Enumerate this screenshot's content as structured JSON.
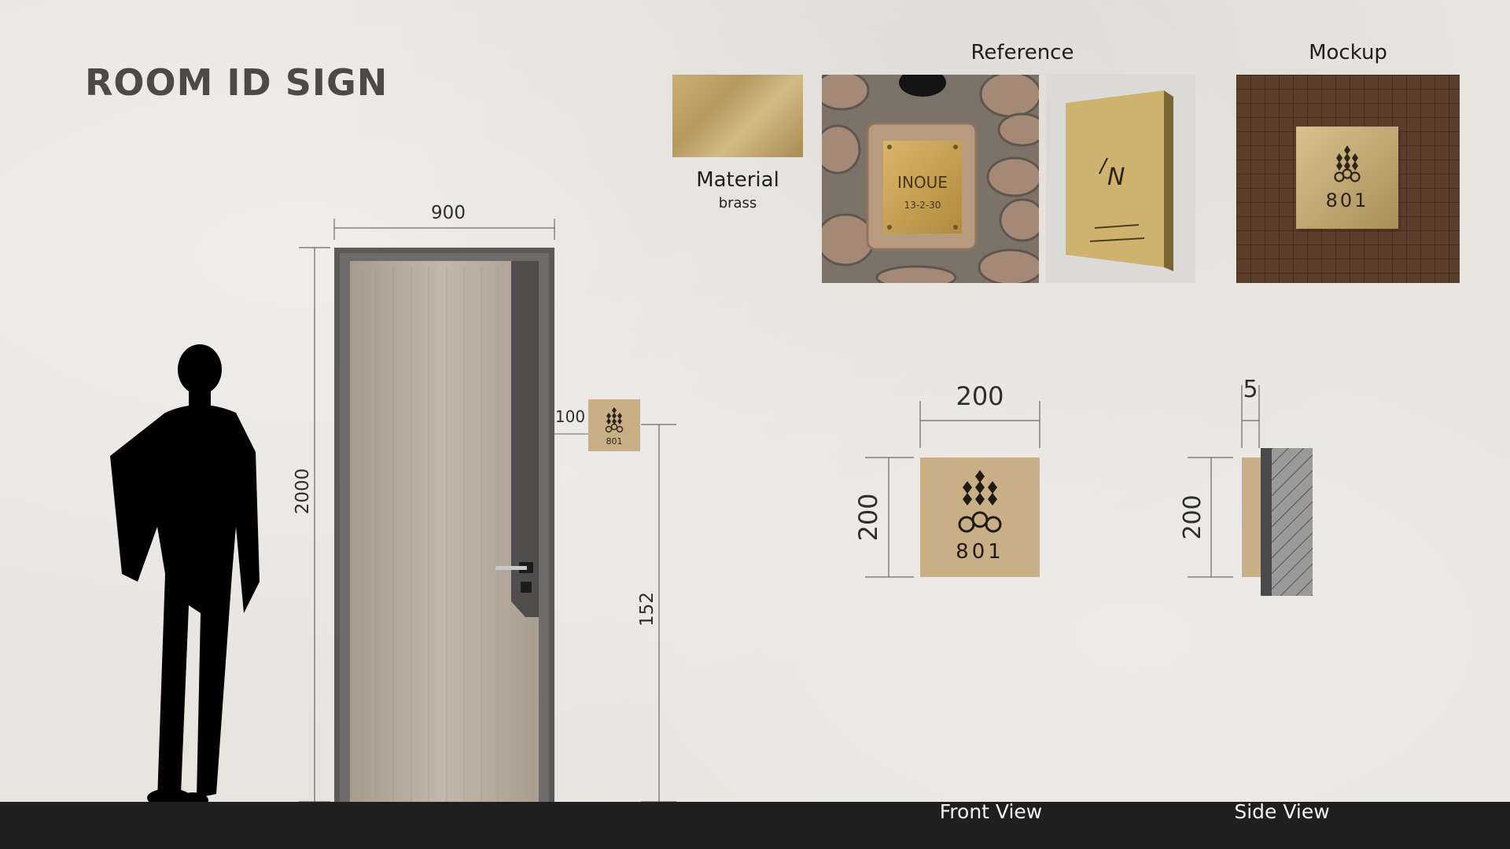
{
  "title": "ROOM ID SIGN",
  "reference": {
    "heading": "Reference"
  },
  "material": {
    "label": "Material",
    "value": "brass"
  },
  "mockup": {
    "heading": "Mockup",
    "room_number": "801"
  },
  "reference_sign": {
    "name": "INOUE",
    "number": "13-2-30"
  },
  "door_elevation": {
    "door_width": "900",
    "door_height": "2000",
    "sign_size": "100",
    "sign_height": "152",
    "room_number": "801"
  },
  "front_view": {
    "label": "Front View",
    "width": "200",
    "height": "200",
    "room_number": "801"
  },
  "side_view": {
    "label": "Side View",
    "thickness": "5",
    "height": "200"
  },
  "colors": {
    "plate": "#c9af86",
    "door": "#b7ab9d",
    "frame": "#5b5a59",
    "bottom_bar": "#201f20",
    "silhouette": "#000000"
  }
}
